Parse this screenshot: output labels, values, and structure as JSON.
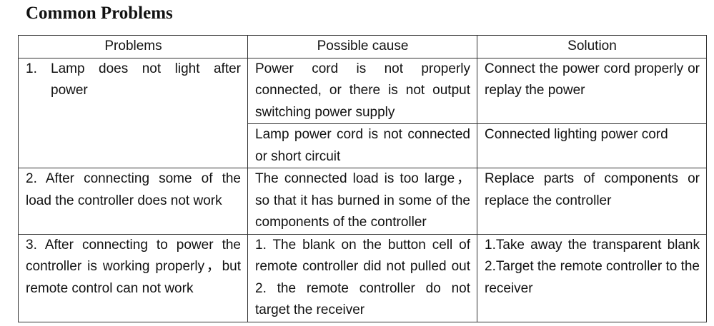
{
  "title": "Common Problems",
  "table": {
    "headers": [
      "Problems",
      "Possible cause",
      "Solution"
    ],
    "rows": [
      {
        "problem_number": "1.",
        "problem_text": "Lamp does not light after power",
        "causes": [
          {
            "cause": "Power cord is not properly connected, or there is not output switching power supply",
            "solution": "Connect the power cord properly or replay the power"
          },
          {
            "cause": "Lamp power cord is not connected or short circuit",
            "solution": "Connected lighting power cord"
          }
        ]
      },
      {
        "problem": "2. After connecting some of the load the controller does not work",
        "cause": "The connected load is too large，so that it has burned in some of the components of the controller",
        "solution": "Replace parts of components or replace the controller"
      },
      {
        "problem": "3. After connecting to power the controller is working properly，but remote control can not work",
        "cause": "1. The blank on the button cell of remote controller did not pulled out 2. the remote controller do not target the receiver",
        "solution": "1.Take away the transparent blank 2.Target the remote controller to the receiver"
      }
    ]
  }
}
